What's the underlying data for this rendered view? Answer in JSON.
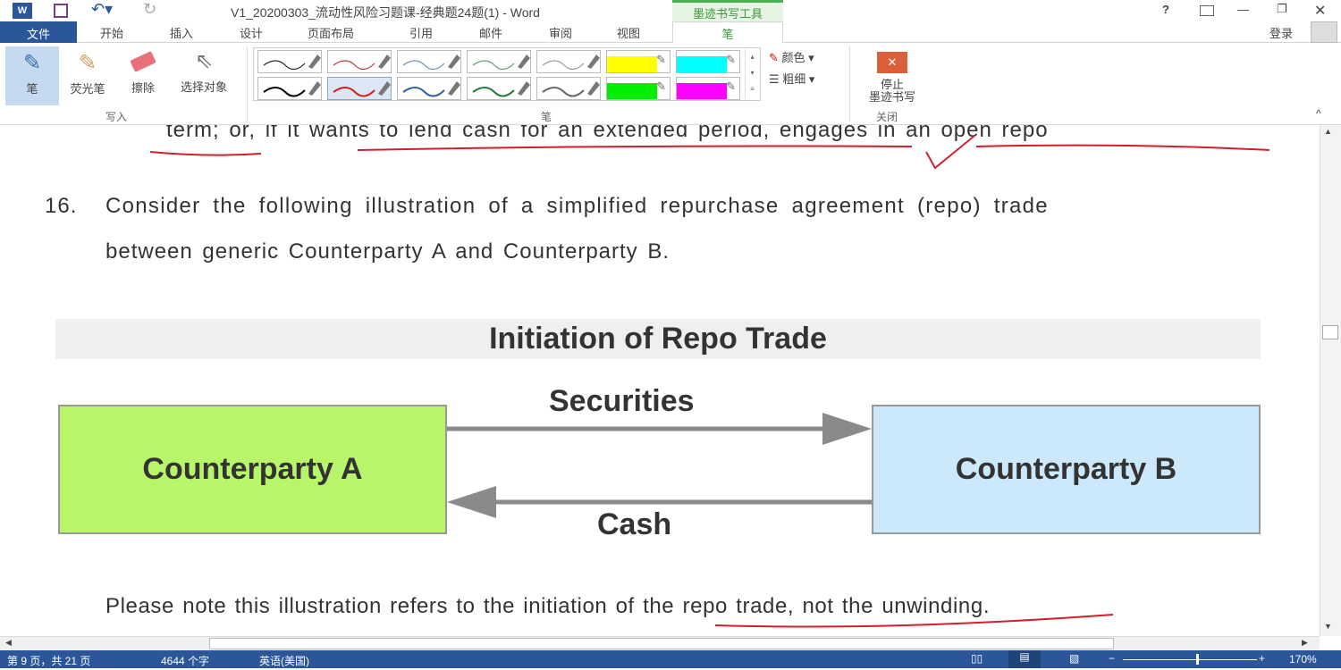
{
  "titlebar": {
    "title": "V1_20200303_流动性风险习题课-经典题24题(1) - Word",
    "contextual": "墨迹书写工具",
    "help": "?",
    "min": "—",
    "max": "❐",
    "close": "✕",
    "signin": "登录"
  },
  "tabs": [
    "文件",
    "开始",
    "插入",
    "设计",
    "页面布局",
    "引用",
    "邮件",
    "审阅",
    "视图",
    "笔"
  ],
  "ribbon": {
    "write": {
      "group": "写入",
      "pen": "笔",
      "highlighter": "荧光笔",
      "eraser": "擦除",
      "select": "选择对象"
    },
    "pens": {
      "group": "笔",
      "row1": [
        "#222222",
        "#c0393b",
        "#6a8fb5",
        "#5f9a75",
        "#999999",
        "#ffff00",
        "#00ffff"
      ],
      "row2": [
        "#000000",
        "#d02020",
        "#2e5f9e",
        "#1f7a3a",
        "#666666",
        "#00ee00",
        "#ff00ff"
      ],
      "color": "颜色",
      "weight": "粗细"
    },
    "close": {
      "group": "关闭",
      "stop1": "停止",
      "stop2": "墨迹书写"
    }
  },
  "doc": {
    "line_prev": "term; or, if it wants to lend cash for an extended period, engages in an open repo",
    "q_num": "16.",
    "q_line1": "Consider the following illustration of a simplified repurchase agreement (repo) trade",
    "q_line2": "between generic Counterparty A and Counterparty B.",
    "diagram": {
      "title": "Initiation of Repo Trade",
      "a": "Counterparty A",
      "b": "Counterparty B",
      "top": "Securities",
      "bottom": "Cash"
    },
    "note": "Please note this illustration refers to the initiation of the repo trade, not the unwinding."
  },
  "status": {
    "page": "第 9 页，共 21 页",
    "words": "4644 个字",
    "lang": "英语(美国)",
    "zoom": "170%"
  }
}
